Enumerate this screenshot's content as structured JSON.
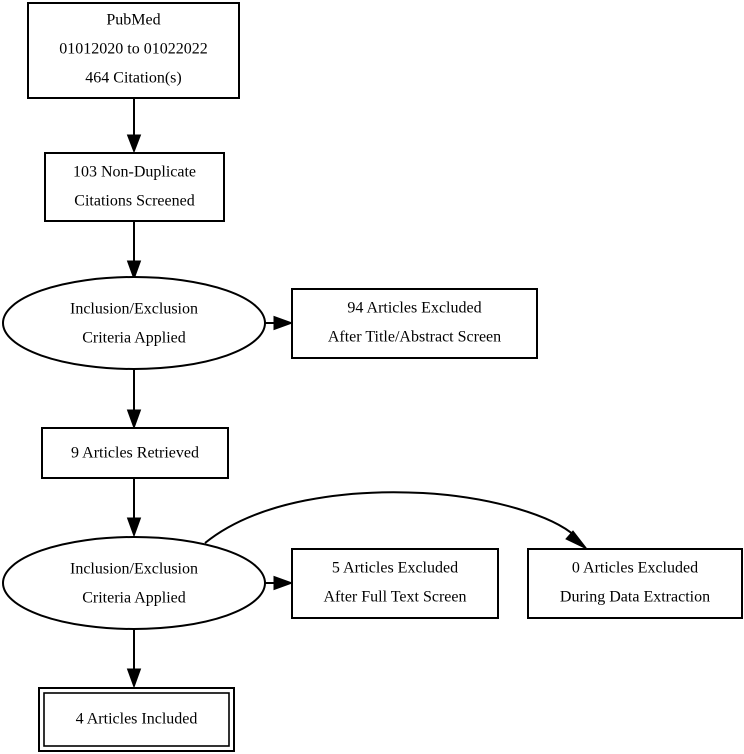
{
  "diagram": {
    "title": "PRISMA-style literature search flow diagram",
    "background_color": "#ffffff",
    "stroke_color": "#000000",
    "nodes": {
      "source": {
        "shape": "box",
        "line1": "PubMed",
        "line2": "01012020 to 01022022",
        "line3": "464 Citation(s)"
      },
      "screened": {
        "shape": "box",
        "line1": "103 Non-Duplicate",
        "line2": "Citations Screened"
      },
      "criteria1": {
        "shape": "ellipse",
        "line1": "Inclusion/Exclusion",
        "line2": "Criteria Applied"
      },
      "excluded_title_abstract": {
        "shape": "box",
        "line1": "94 Articles Excluded",
        "line2": "After Title/Abstract Screen"
      },
      "retrieved": {
        "shape": "box",
        "line1": "9 Articles Retrieved"
      },
      "criteria2": {
        "shape": "ellipse",
        "line1": "Inclusion/Exclusion",
        "line2": "Criteria Applied"
      },
      "excluded_full_text": {
        "shape": "box",
        "line1": "5 Articles Excluded",
        "line2": "After Full Text Screen"
      },
      "excluded_data_extraction": {
        "shape": "box",
        "line1": "0 Articles Excluded",
        "line2": "During Data Extraction"
      },
      "included": {
        "shape": "box-double",
        "line1": "4 Articles Included"
      }
    },
    "edges": [
      {
        "from": "source",
        "to": "screened",
        "style": "straight-down"
      },
      {
        "from": "screened",
        "to": "criteria1",
        "style": "straight-down"
      },
      {
        "from": "criteria1",
        "to": "excluded_title_abstract",
        "style": "straight-right"
      },
      {
        "from": "criteria1",
        "to": "retrieved",
        "style": "straight-down"
      },
      {
        "from": "retrieved",
        "to": "criteria2",
        "style": "straight-down"
      },
      {
        "from": "criteria2",
        "to": "excluded_full_text",
        "style": "straight-right"
      },
      {
        "from": "criteria2",
        "to": "excluded_data_extraction",
        "style": "curved-arc"
      },
      {
        "from": "criteria2",
        "to": "included",
        "style": "straight-down"
      }
    ]
  }
}
